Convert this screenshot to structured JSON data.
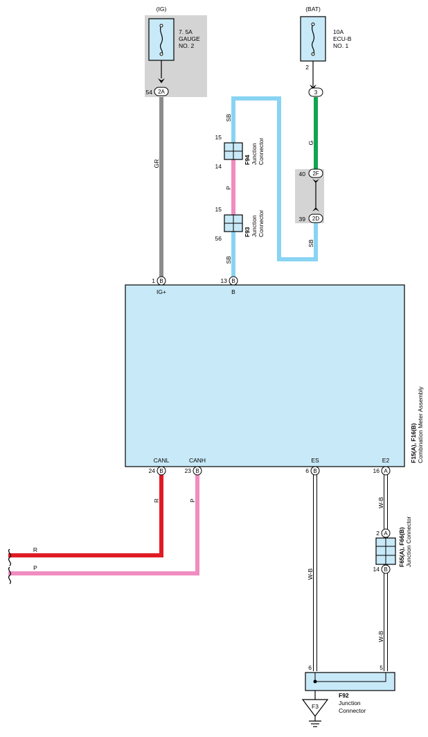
{
  "power": {
    "ig": {
      "label": "(IG)",
      "fuse": [
        "7. 5A",
        "GAUGE",
        "NO. 2"
      ],
      "pin_text": "2A",
      "pin_no": "54"
    },
    "bat": {
      "label": "(BAT)",
      "fuse": [
        "10A",
        "ECU-B",
        "NO. 1"
      ],
      "pin_no": "2",
      "pin_text": "3"
    }
  },
  "wires": {
    "gr": "GR",
    "sb_top": "SB",
    "p_mid": "P",
    "sb_low": "SB",
    "g": "G",
    "sb_right": "SB",
    "r": "R",
    "p": "P",
    "r_left": "R",
    "p_left": "P",
    "wb_es": "W-B",
    "wb_e2": "W-B",
    "wb_low": "W-B"
  },
  "junctions": {
    "f94": {
      "id": "F94",
      "desc": [
        "Junction",
        "Connector"
      ],
      "pin_top": "15",
      "pin_bottom": "14"
    },
    "f93": {
      "id": "F93",
      "desc": [
        "Junction",
        "Connector"
      ],
      "pin_top": "15",
      "pin_bottom": "56"
    },
    "mid_connector": {
      "top_no": "40",
      "top_text": "2F",
      "bottom_no": "39",
      "bottom_text": "2D"
    },
    "f65": {
      "id": "F65(A), F66(B)",
      "desc": "Junction Connector",
      "pin_top_no": "2",
      "pin_top_text": "A",
      "pin_bottom_no": "14",
      "pin_bottom_text": "B"
    },
    "f92": {
      "id": "F92",
      "desc": [
        "Junction",
        "Connector"
      ],
      "pin_left": "6",
      "pin_right": "5"
    },
    "ground": "F3"
  },
  "meter": {
    "id": "F15(A), F16(B)",
    "name": "Combination Meter Assembly",
    "top_pins": [
      {
        "no": "1",
        "letter": "B",
        "name": "IG+"
      },
      {
        "no": "13",
        "letter": "B",
        "name": "B"
      }
    ],
    "bottom_pins": [
      {
        "no": "24",
        "letter": "B",
        "name": "CANL"
      },
      {
        "no": "23",
        "letter": "B",
        "name": "CANH"
      },
      {
        "no": "6",
        "letter": "B",
        "name": "ES"
      },
      {
        "no": "16",
        "letter": "A",
        "name": "E2"
      }
    ]
  },
  "colors": {
    "box_fill": "#c8e9f7",
    "gray_fill": "#d4d4d4",
    "wire_gr": "#8c8c8c",
    "wire_sb": "#88d4f2",
    "wire_p": "#f08cc0",
    "wire_g": "#10a550",
    "wire_r": "#e01b24",
    "wire_wb": "#ffffff"
  }
}
